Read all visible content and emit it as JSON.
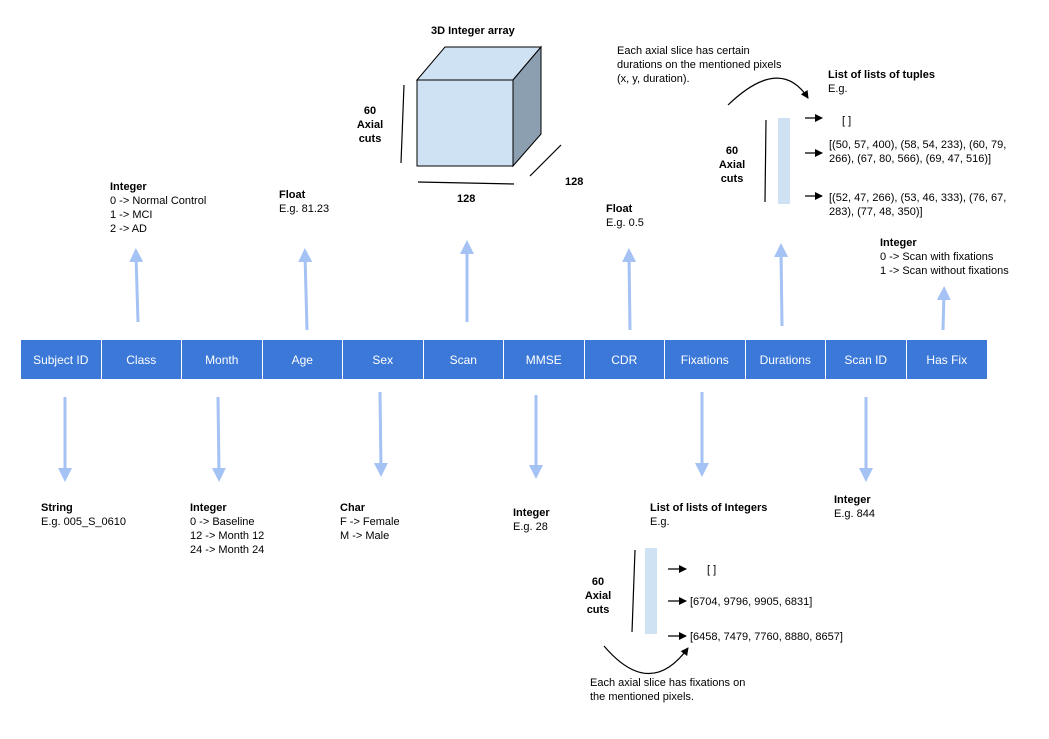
{
  "fields": [
    "Subject ID",
    "Class",
    "Month",
    "Age",
    "Sex",
    "Scan",
    "MMSE",
    "CDR",
    "Fixations",
    "Durations",
    "Scan ID",
    "Has Fix"
  ],
  "colors": {
    "bar": "#3b78d8",
    "arrow": "#a4c2f4",
    "cube_front": "#cfe2f3",
    "cube_side": "#8c9fb0",
    "slice": "#cfe2f3"
  },
  "above": {
    "class": {
      "type": "Integer",
      "lines": [
        "0 -> Normal Control",
        "1 -> MCI",
        "2 -> AD"
      ]
    },
    "age": {
      "type": "Float",
      "example": "E.g. 81.23"
    },
    "scan": {
      "title": "3D Integer array",
      "cuts": "60\nAxial\ncuts",
      "dim1": "128",
      "dim2": "128"
    },
    "cdr": {
      "type": "Float",
      "example": "E.g. 0.5"
    },
    "durations": {
      "note": "Each axial slice has certain durations on the mentioned pixels (x, y, duration).",
      "type": "List of lists of tuples",
      "example": "E.g.",
      "cuts": "60\nAxial\ncuts",
      "rows": [
        "[ ]",
        "[(50, 57, 400), (58, 54, 233), (60, 79, 266), (67, 80, 566), (69, 47, 516)]",
        "[(52, 47, 266), (53, 46, 333), (76, 67, 283), (77, 48, 350)]"
      ]
    },
    "has_fix": {
      "type": "Integer",
      "lines": [
        "0 -> Scan with fixations",
        "1 -> Scan without fixations"
      ]
    }
  },
  "below": {
    "subject_id": {
      "type": "String",
      "example": "E.g. 005_S_0610"
    },
    "month": {
      "type": "Integer",
      "lines": [
        "0 -> Baseline",
        "12 -> Month 12",
        "24 -> Month 24"
      ]
    },
    "sex": {
      "type": "Char",
      "lines": [
        "F -> Female",
        "M -> Male"
      ]
    },
    "mmse": {
      "type": "Integer",
      "example": "E.g. 28"
    },
    "fixations": {
      "type": "List of lists of Integers",
      "example": "E.g.",
      "cuts": "60\nAxial\ncuts",
      "rows": [
        "[ ]",
        "[6704, 9796, 9905, 6831]",
        "[6458, 7479, 7760, 8880, 8657]"
      ],
      "note": "Each axial slice has fixations on the mentioned pixels."
    },
    "scan_id": {
      "type": "Integer",
      "example": "E.g. 844"
    }
  }
}
